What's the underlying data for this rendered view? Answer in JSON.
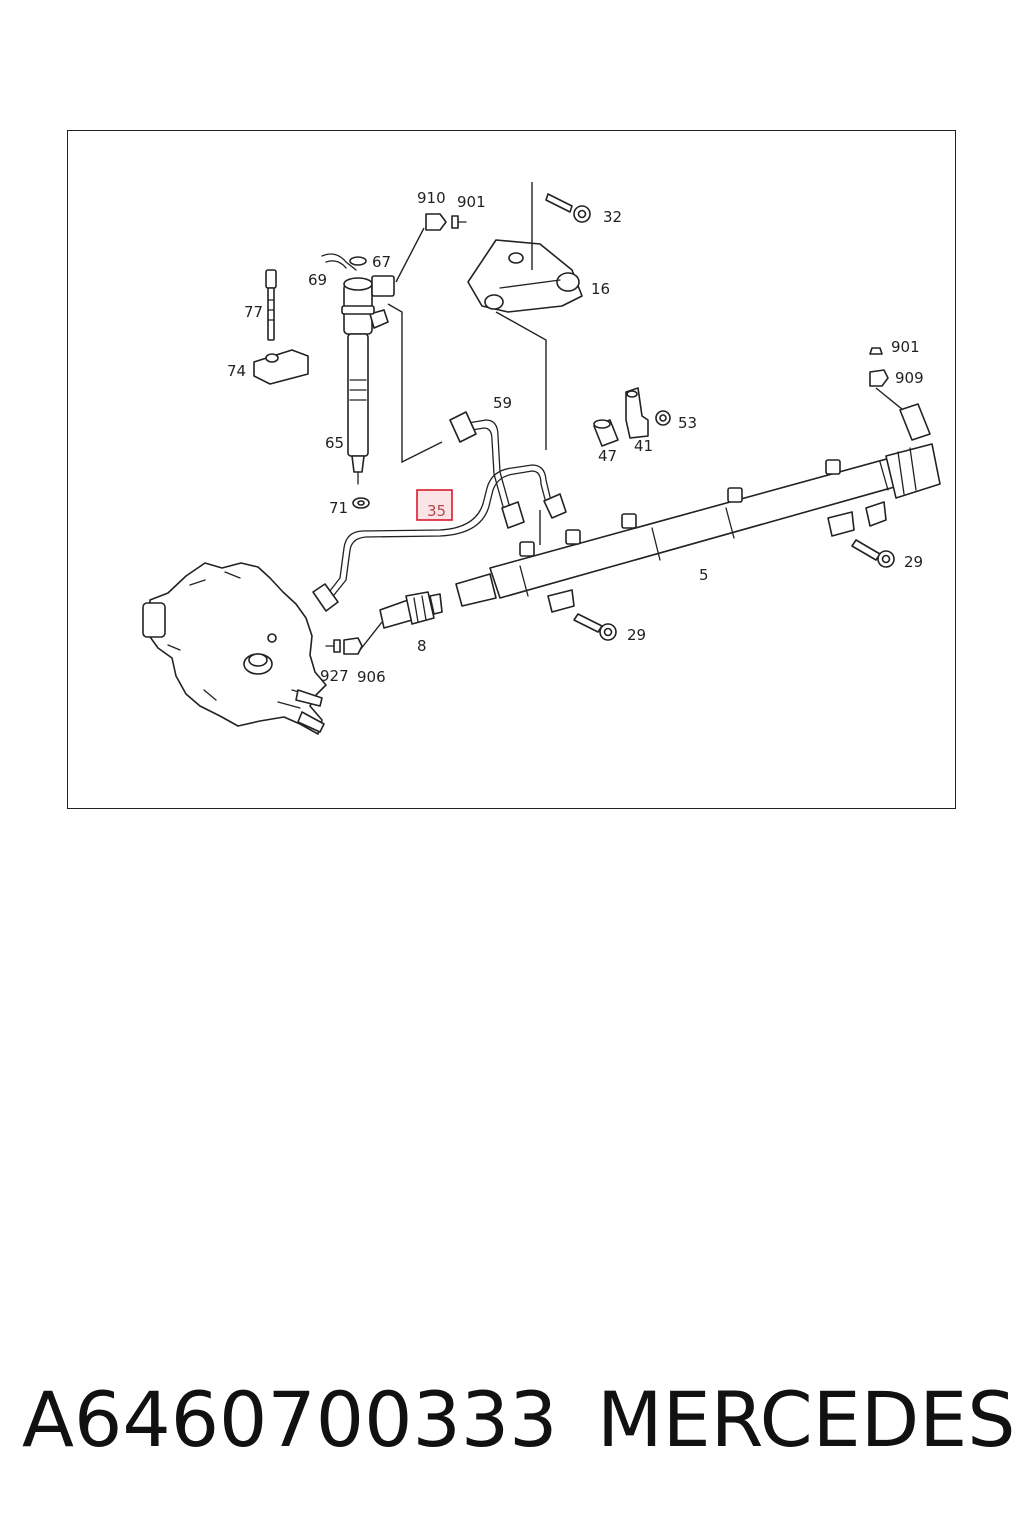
{
  "diagram": {
    "callouts": {
      "c910": "910",
      "c901a": "901",
      "c32": "32",
      "c67": "67",
      "c69": "69",
      "c16": "16",
      "c77": "77",
      "c74": "74",
      "c901b": "901",
      "c909": "909",
      "c59": "59",
      "c53": "53",
      "c65": "65",
      "c47": "47",
      "c41": "41",
      "c35": "35",
      "c71": "71",
      "c29a": "29",
      "c5": "5",
      "c8": "8",
      "c29b": "29",
      "c927": "927",
      "c906": "906"
    },
    "highlighted_callout": "35",
    "highlight_color": "#d81b2c"
  },
  "footer": {
    "part_number": "A6460700333",
    "brand": "MERCEDES"
  }
}
